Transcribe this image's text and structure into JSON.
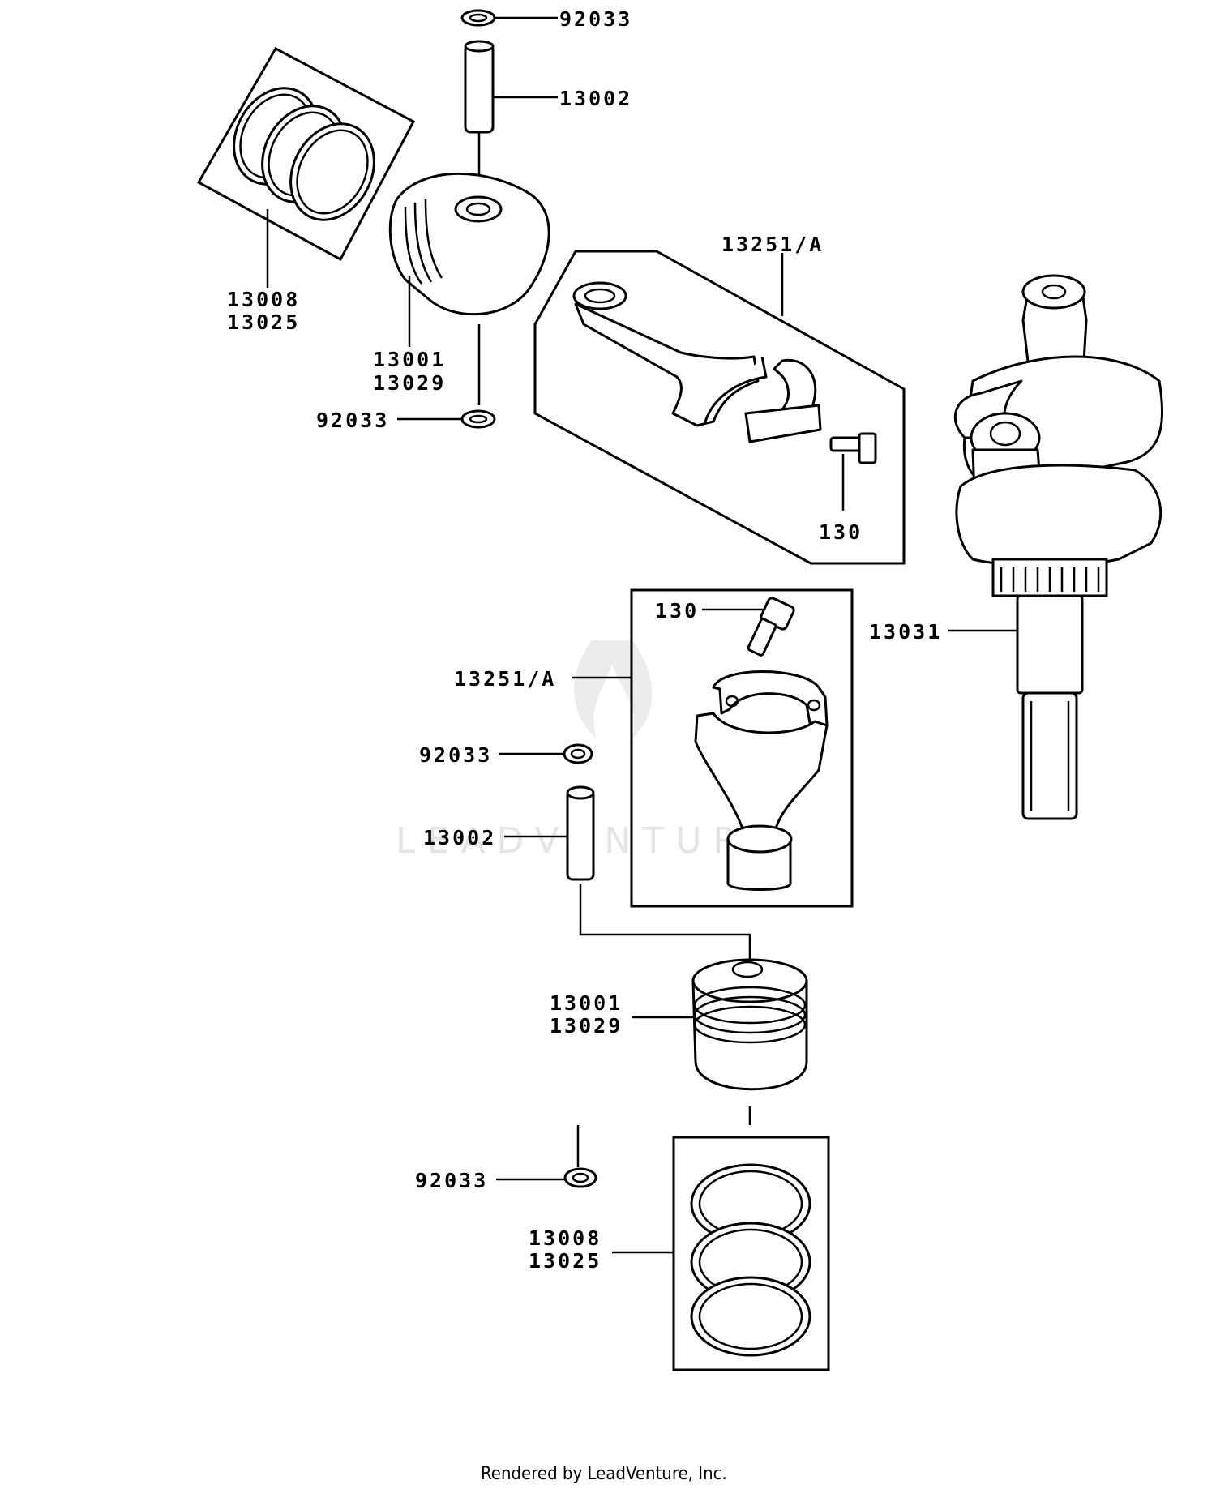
{
  "diagram": {
    "watermark": "LEADVENTURE",
    "credit": "Rendered by LeadVenture, Inc.",
    "upper_labels": {
      "snap_ring_top": "92033",
      "piston_pin": "13002",
      "piston_rings_a": "13008",
      "piston_rings_b": "13025",
      "piston_a": "13001",
      "piston_b": "13029",
      "snap_ring_bottom": "92033",
      "connecting_rod": "13251/A",
      "rod_bolt": "130",
      "crankshaft": "13031"
    },
    "lower_labels": {
      "rod_bolt": "130",
      "connecting_rod": "13251/A",
      "snap_ring_top": "92033",
      "piston_pin": "13002",
      "piston_a": "13001",
      "piston_b": "13029",
      "snap_ring_bottom": "92033",
      "piston_rings_a": "13008",
      "piston_rings_b": "13025"
    }
  }
}
